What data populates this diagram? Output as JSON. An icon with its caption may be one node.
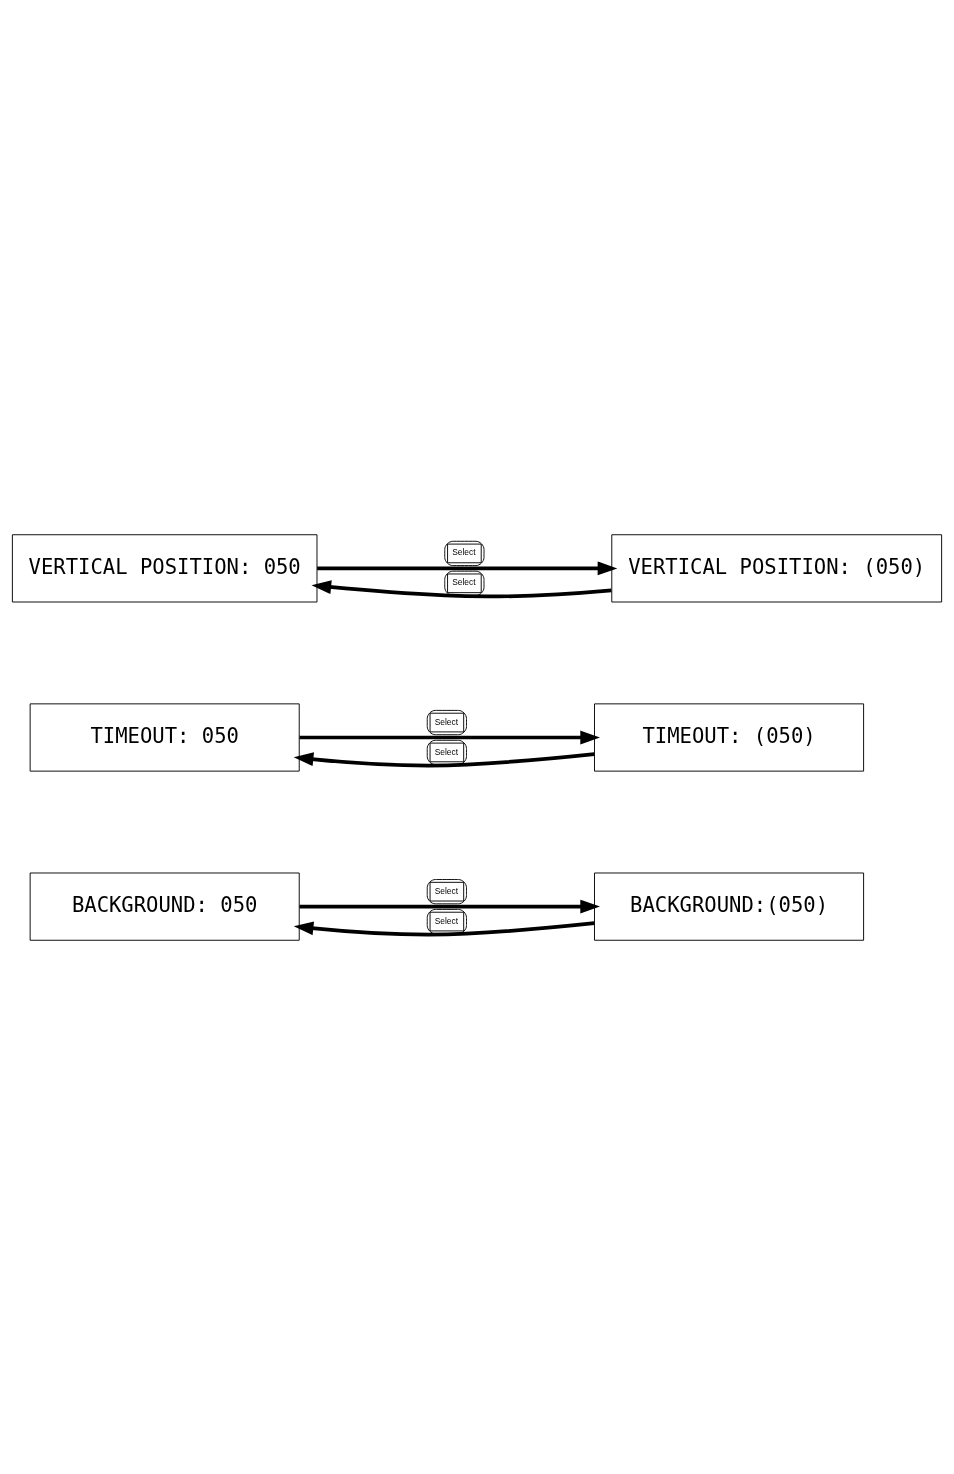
{
  "diagram": {
    "nodes": [
      {
        "text": [
          "VERTICAL POSITION: 050"
        ]
      },
      {
        "text": [
          "VERTICAL POSITION: (050)"
        ]
      },
      {
        "text": [
          "TIMEOUT: 050"
        ]
      },
      {
        "text": [
          "TIMEOUT: (050)"
        ]
      },
      {
        "text": [
          "BACKGROUND: 050"
        ]
      },
      {
        "text": [
          "BACKGROUND:(050)"
        ]
      }
    ],
    "edges": [
      {
        "from": 0,
        "to": 1,
        "arrow": "to",
        "label": "Select"
      },
      {
        "from": 1,
        "to": 0,
        "arrow": "to",
        "label": "Select"
      },
      {
        "from": 2,
        "to": 3,
        "arrow": "to",
        "label": "Select"
      },
      {
        "from": 3,
        "to": 2,
        "arrow": "to",
        "label": "Select"
      },
      {
        "from": 4,
        "to": 5,
        "arrow": "to",
        "label": "Select"
      },
      {
        "from": 5,
        "to": 4,
        "arrow": "to",
        "label": "Select"
      }
    ]
  }
}
